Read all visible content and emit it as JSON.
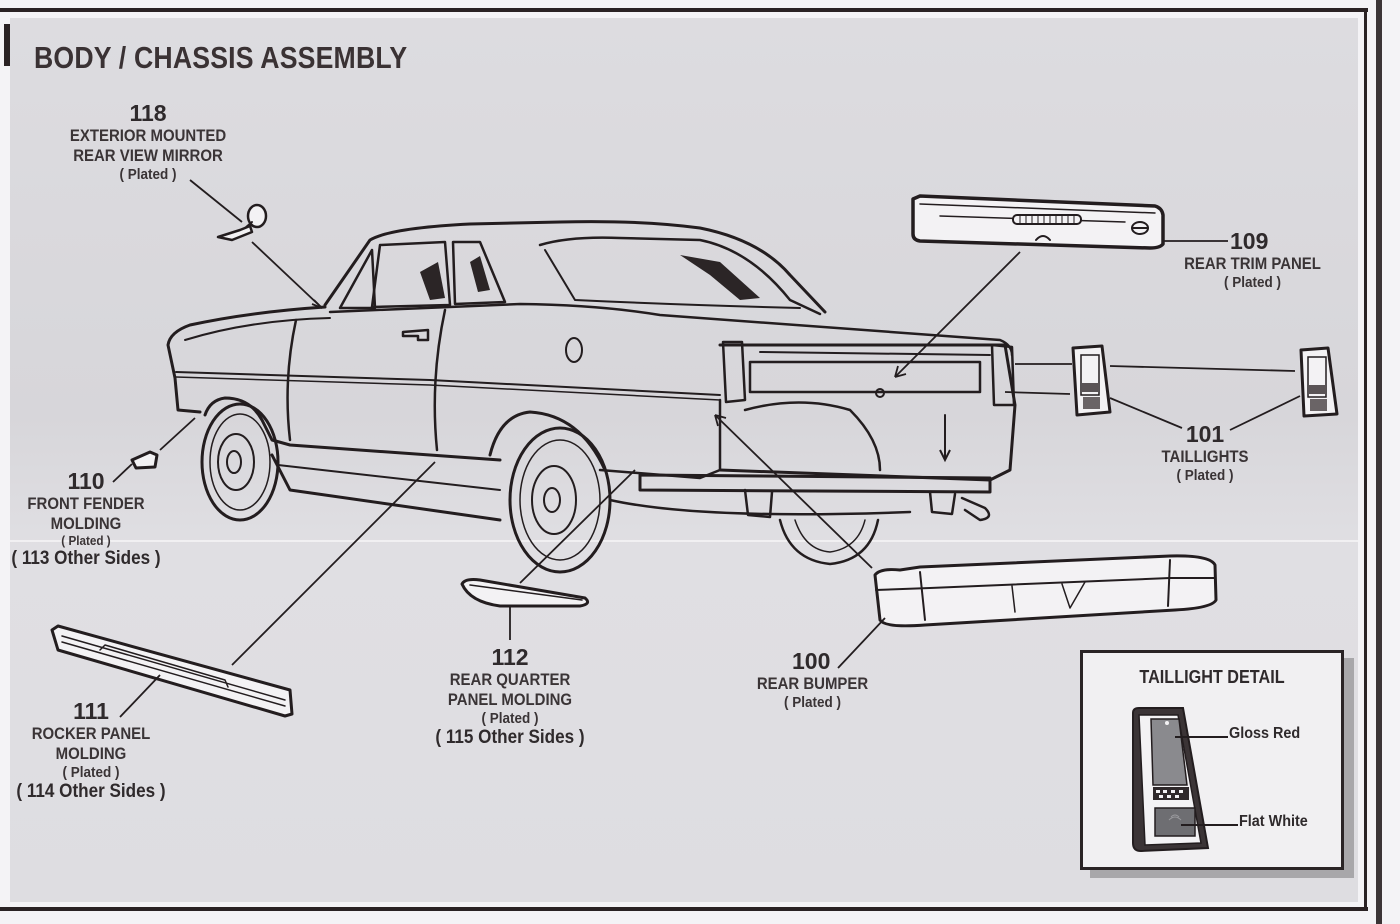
{
  "page": {
    "section_title": "BODY / CHASSIS ASSEMBLY"
  },
  "callouts": {
    "mirror": {
      "number": "118",
      "name_line1": "EXTERIOR MOUNTED",
      "name_line2": "REAR VIEW MIRROR",
      "finish": "( Plated )"
    },
    "front_fender": {
      "number": "110",
      "name_line1": "FRONT FENDER",
      "name_line2": "MOLDING",
      "finish": "( Plated )",
      "other_sides": "( 113 Other Sides )"
    },
    "rocker_panel": {
      "number": "111",
      "name_line1": "ROCKER PANEL",
      "name_line2": "MOLDING",
      "finish": "( Plated )",
      "other_sides": "( 114 Other Sides )"
    },
    "rear_quarter": {
      "number": "112",
      "name_line1": "REAR QUARTER",
      "name_line2": "PANEL MOLDING",
      "finish": "( Plated )",
      "other_sides": "( 115 Other Sides )"
    },
    "rear_bumper": {
      "number": "100",
      "name_line1": "REAR BUMPER",
      "finish": "( Plated )"
    },
    "rear_trim": {
      "number": "109",
      "name_line1": "REAR TRIM PANEL",
      "finish": "( Plated )"
    },
    "taillights": {
      "number": "101",
      "name_line1": "TAILLIGHTS",
      "finish": "( Plated )"
    }
  },
  "taillight_detail": {
    "title": "TAILLIGHT DETAIL",
    "lens_paint": "Gloss Red",
    "backup_paint": "Flat White",
    "lens_color": "#8a8a8e",
    "backup_color": "#6e6e72"
  }
}
